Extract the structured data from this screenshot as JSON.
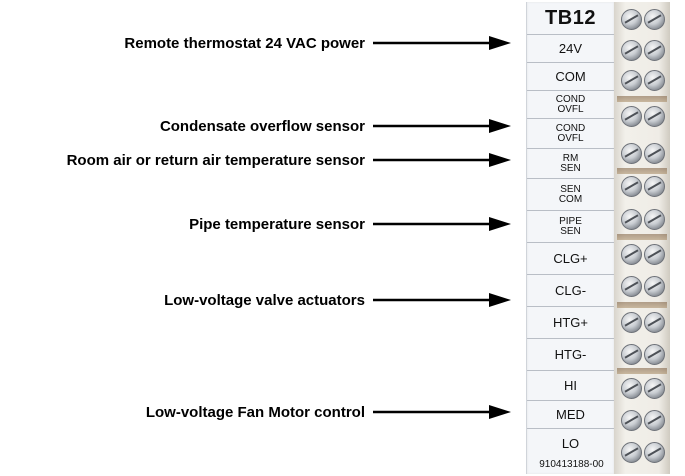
{
  "callouts": [
    {
      "label": "Remote thermostat 24 VAC power"
    },
    {
      "label": "Condensate overflow sensor"
    },
    {
      "label": "Room air or return air temperature sensor"
    },
    {
      "label": "Pipe temperature sensor"
    },
    {
      "label": "Low-voltage valve actuators"
    },
    {
      "label": "Low-voltage Fan Motor control"
    }
  ],
  "terminal_block": {
    "title": "TB12",
    "terminals": [
      {
        "line1": "24V"
      },
      {
        "line1": "COM"
      },
      {
        "line1": "COND",
        "line2": "OVFL"
      },
      {
        "line1": "COND",
        "line2": "OVFL"
      },
      {
        "line1": "RM",
        "line2": "SEN"
      },
      {
        "line1": "SEN",
        "line2": "COM"
      },
      {
        "line1": "PIPE",
        "line2": "SEN"
      },
      {
        "line1": "CLG+"
      },
      {
        "line1": "CLG-"
      },
      {
        "line1": "HTG+"
      },
      {
        "line1": "HTG-"
      },
      {
        "line1": "HI"
      },
      {
        "line1": "MED"
      },
      {
        "line1": "LO"
      }
    ],
    "part_number": "910413188-00"
  },
  "colors": {
    "text": "#000000",
    "arrow": "#000000",
    "strip": "#f4f6f9"
  }
}
